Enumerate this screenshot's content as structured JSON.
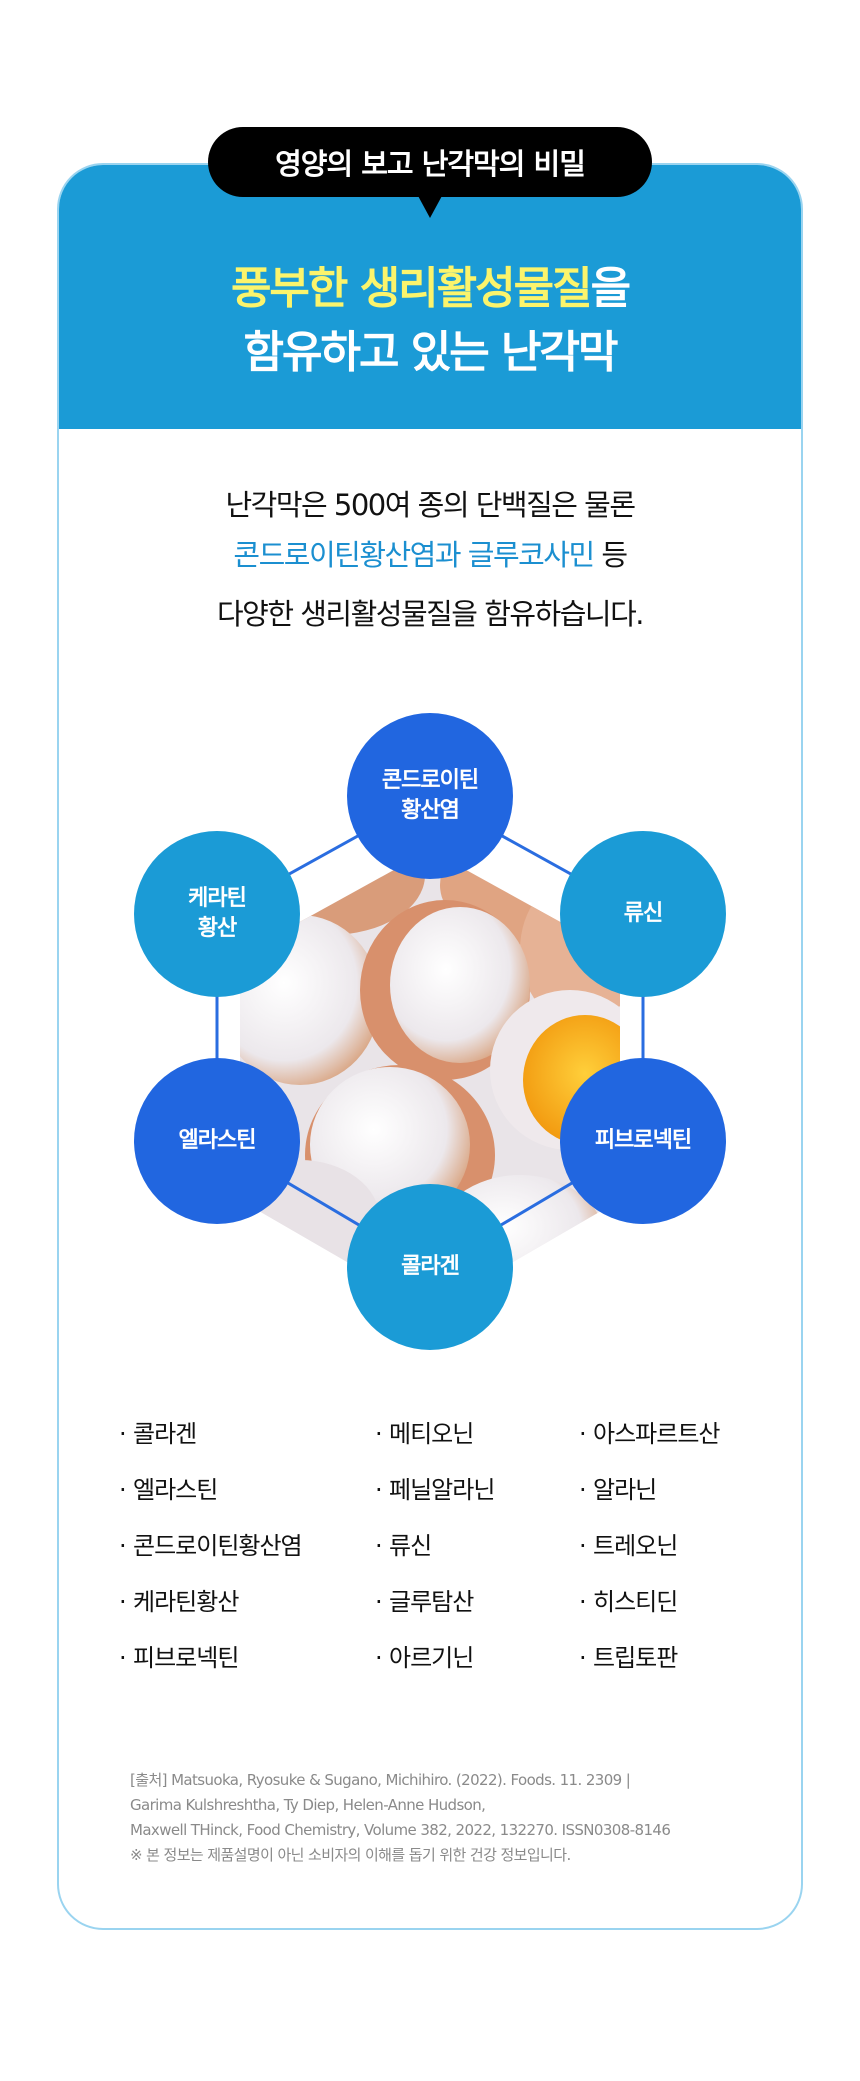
{
  "bubble": {
    "label": "영양의 보고 난각막의 비밀"
  },
  "title": {
    "line1_highlight": "풍부한 생리활성물질",
    "line1_rest": "을",
    "line2": "함유하고 있는 난각막"
  },
  "body": {
    "line1": "난각막은 500여 종의 단백질은 물론",
    "line2_highlight": "콘드로이틴황산염과 글루코사민",
    "line2_rest": " 등",
    "line3": "다양한 생리활성물질을 함유하습니다."
  },
  "diagram": {
    "nodes": [
      {
        "line1": "콘드로이틴",
        "line2": "황산염"
      },
      {
        "line1": "류신",
        "line2": ""
      },
      {
        "line1": "피브로넥틴",
        "line2": ""
      },
      {
        "line1": "콜라겐",
        "line2": ""
      },
      {
        "line1": "엘라스틴",
        "line2": ""
      },
      {
        "line1": "케라틴",
        "line2": "황산"
      }
    ],
    "colors": {
      "dark": "#2166e0",
      "light": "#1b9bd6"
    }
  },
  "ingredients": {
    "bullet": "·",
    "columns": [
      [
        "콜라겐",
        "엘라스틴",
        "콘드로이틴황산염",
        "케라틴황산",
        "피브로넥틴"
      ],
      [
        "메티오닌",
        "페닐알라닌",
        "류신",
        "글루탐산",
        "아르기닌"
      ],
      [
        "아스파르트산",
        "알라닌",
        "트레오닌",
        "히스티딘",
        "트립토판"
      ]
    ]
  },
  "source": {
    "line1": "[출처] Matsuoka, Ryosuke & Sugano, Michihiro. (2022). Foods. 11. 2309 |",
    "line2": "Garima Kulshreshtha, Ty Diep, Helen-Anne Hudson,",
    "line3": "Maxwell THinck, Food Chemistry, Volume 382, 2022, 132270. ISSN0308-8146",
    "note": "※ 본 정보는 제품설명이 아닌 소비자의 이해를 돕기 위한 건강 정보입니다."
  }
}
